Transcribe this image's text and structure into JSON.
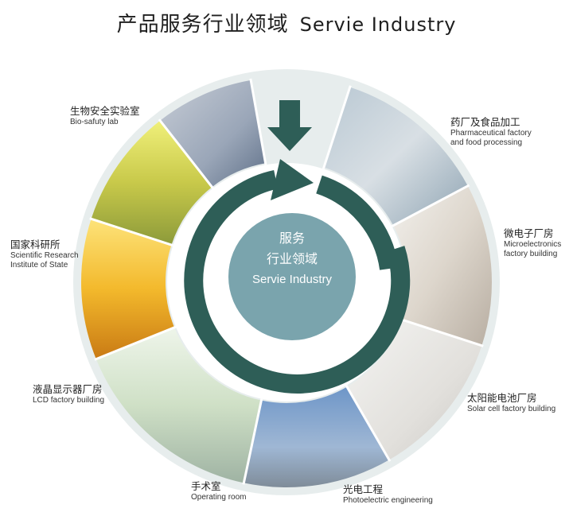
{
  "title": {
    "zh": "产品服务行业领域",
    "en": "Servie Industry"
  },
  "center": {
    "line1": "服务",
    "line2": "行业领域",
    "line3": "Servie Industry"
  },
  "colors": {
    "ring": "#2e5e57",
    "center": "#7aa4ad",
    "outer_band": "#e7eded"
  },
  "sectors": [
    {
      "zh": "生物安全实验室",
      "en": [
        "Bio-safuty lab"
      ]
    },
    {
      "zh": "药厂及食品加工",
      "en": [
        "Pharmaceutical factory",
        "and food processing"
      ]
    },
    {
      "zh": "国家科研所",
      "en": [
        "Scientific Research",
        "Institute of State"
      ]
    },
    {
      "zh": "微电子厂房",
      "en": [
        "Microelectronics",
        "factory building"
      ]
    },
    {
      "zh": "液晶显示器厂房",
      "en": [
        "LCD factory building"
      ]
    },
    {
      "zh": "太阳能电池厂房",
      "en": [
        "Solar cell factory building"
      ]
    },
    {
      "zh": "手术室",
      "en": [
        "Operating room"
      ]
    },
    {
      "zh": "光电工程",
      "en": [
        "Photoelectric engineering"
      ]
    }
  ]
}
